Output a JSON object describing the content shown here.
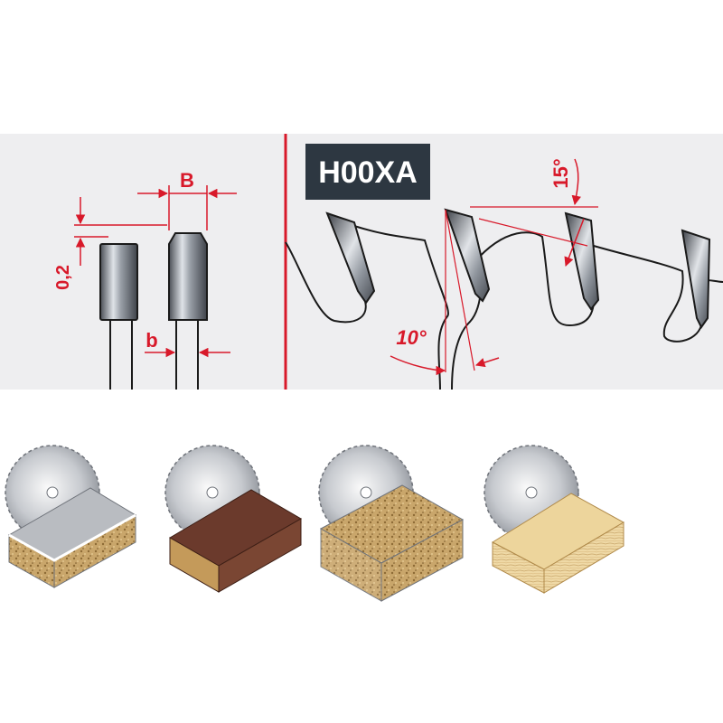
{
  "tooth_profile": {
    "width_label": "B",
    "kerf_label": "b",
    "step_label": "0,2"
  },
  "saw_geometry": {
    "code": "H00XA",
    "hook_angle": "10°",
    "clearance_angle": "15°"
  },
  "materials": [
    {
      "id": "coated-chipboard"
    },
    {
      "id": "veneered-board"
    },
    {
      "id": "raw-chipboard"
    },
    {
      "id": "plywood"
    }
  ],
  "colors": {
    "panel": "#eeeef0",
    "accent": "#d8192a",
    "badge": "#2d3741",
    "outline": "#1a1a1a"
  }
}
